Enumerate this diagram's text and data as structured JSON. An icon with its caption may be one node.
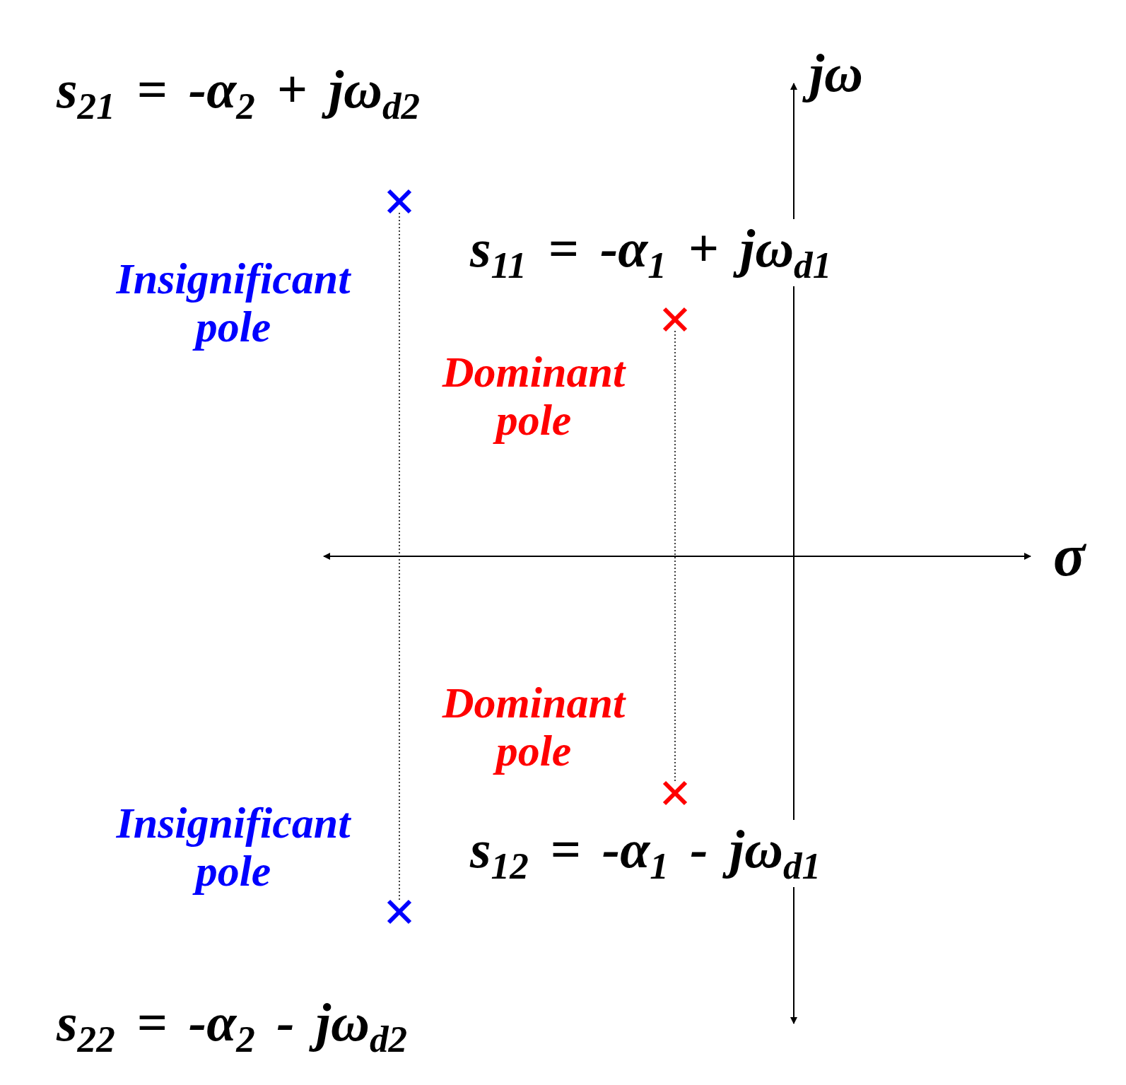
{
  "diagram": {
    "nodes": [
      {
        "text": [],
        "shape": "cross"
      },
      {
        "text": [],
        "shape": "cross"
      },
      {
        "text": [],
        "shape": "cross"
      },
      {
        "text": [],
        "shape": "cross"
      }
    ],
    "edges": [
      {
        "from": 0,
        "to": 3,
        "arrow": "none",
        "style": "dashed"
      },
      {
        "from": 1,
        "to": 2,
        "arrow": "none",
        "style": "dashed"
      }
    ],
    "labels": [
      "s$_{21}$ = -α$_{2}$ + jω$_{d2}$",
      "jω",
      "s$_{11}$ = -α$_{1}$ + jω$_{d1}$",
      "Insignificant pole",
      "Dominant pole",
      "σ",
      "Dominant pole",
      "Insignificant pole",
      "s$_{12}$ = -α$_{1}$ - jω$_{d1}$",
      "s$_{22}$ = -α$_{2}$ - jω$_{d2}$"
    ]
  }
}
